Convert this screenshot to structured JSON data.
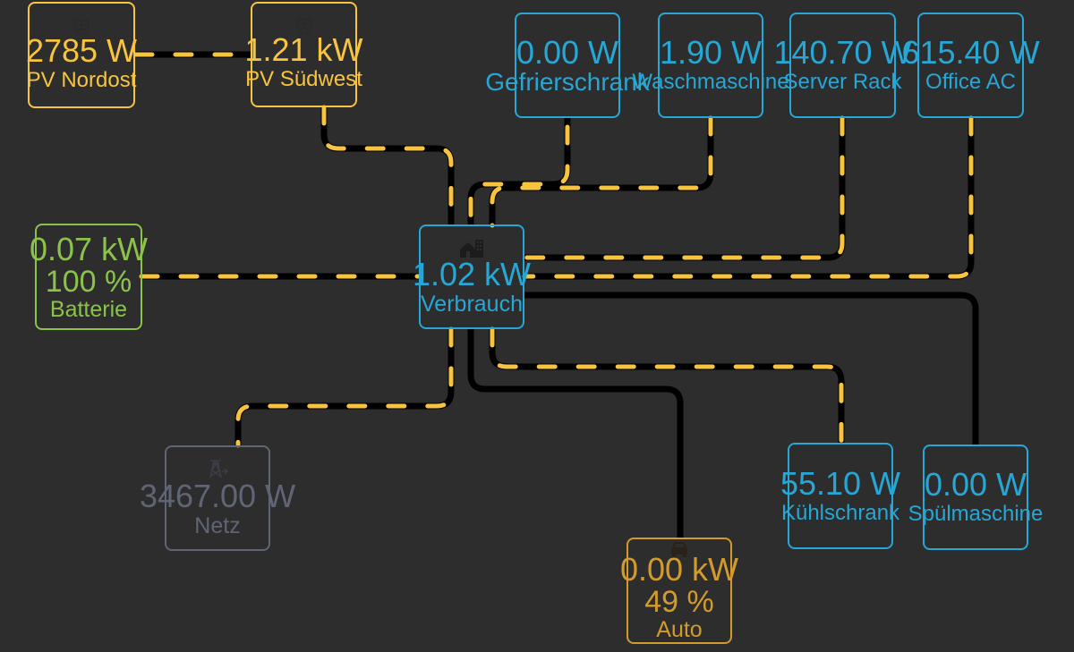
{
  "colors": {
    "background": "#2d2d2d",
    "wire": "#000000",
    "flow": "#f8c440",
    "pv": "#f8c440",
    "battery": "#8bc34a",
    "consumer": "#26a7d6",
    "grid": "#5f6575",
    "car": "#d39b2c"
  },
  "nodes": {
    "pv_nordost": {
      "value": "2785 W",
      "label": "PV Nordost",
      "icon": "solar-panel-icon"
    },
    "pv_suedwest": {
      "value": "1.21 kW",
      "label": "PV Südwest",
      "icon": "solar-panel-icon"
    },
    "batterie": {
      "value": "0.07 kW",
      "soc": "100 %",
      "label": "Batterie"
    },
    "verbrauch": {
      "value": "1.02 kW",
      "label": "Verbrauch",
      "icon": "home-icon"
    },
    "netz": {
      "value": "3467.00 W",
      "label": "Netz",
      "icon": "transmission-tower-icon"
    },
    "auto": {
      "value": "0.00 kW",
      "soc": "49 %",
      "label": "Auto",
      "icon": "car-icon"
    },
    "gefrierschrank": {
      "value": "0.00 W",
      "label": "Gefrierschrank"
    },
    "waschmaschine": {
      "value": "1.90 W",
      "label": "Waschmaschine"
    },
    "server_rack": {
      "value": "140.70 W",
      "label": "Server Rack"
    },
    "office_ac": {
      "value": "615.40 W",
      "label": "Office AC"
    },
    "kuehlschrank": {
      "value": "55.10 W",
      "label": "Kühlschrank"
    },
    "spuelmaschine": {
      "value": "0.00 W",
      "label": "Spülmaschine"
    }
  }
}
